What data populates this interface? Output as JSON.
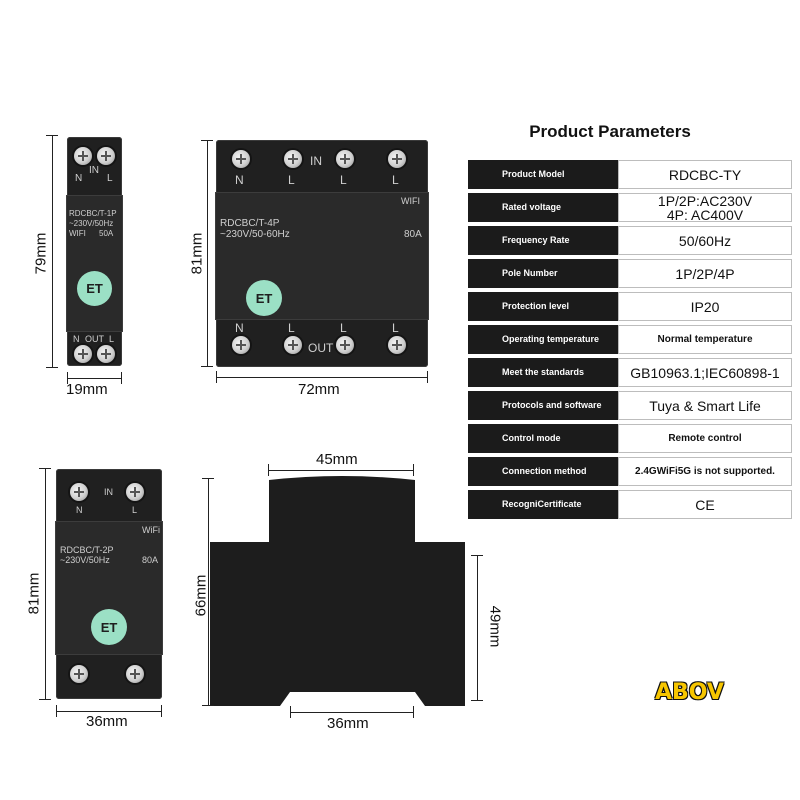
{
  "parameters": {
    "title": "Product Parameters",
    "rows": [
      {
        "key": "Product Model",
        "value": "RDCBC-TY"
      },
      {
        "key": "Rated voltage",
        "value": "1P/2P:AC230V\n4P: AC400V"
      },
      {
        "key": "Frequency Rate",
        "value": "50/60Hz"
      },
      {
        "key": "Pole Number",
        "value": "1P/2P/4P"
      },
      {
        "key": "Protection level",
        "value": "IP20"
      },
      {
        "key": "Operating temperature",
        "value": "Normal temperature"
      },
      {
        "key": "Meet the standards",
        "value": "GB10963.1;IEC60898-1"
      },
      {
        "key": "Protocols and software",
        "value": "Tuya & Smart Life"
      },
      {
        "key": "Control mode",
        "value": "Remote control"
      },
      {
        "key": "Connection method",
        "value": "2.4GWiFi5G is not supported."
      },
      {
        "key": "RecogniCertificate",
        "value": "CE"
      }
    ]
  },
  "dimensions": {
    "d1p_height": "79mm",
    "d1p_width": "19mm",
    "d4p_height": "81mm",
    "d4p_width": "72mm",
    "d2p_height": "81mm",
    "d2p_width": "36mm",
    "side_top": "45mm",
    "side_height": "66mm",
    "side_right": "49mm",
    "side_bottom": "36mm"
  },
  "device_1p": {
    "top_in": "IN",
    "top_left": "N",
    "top_right": "L",
    "model": "RDCBC/T-1P",
    "rating": "~230V/50Hz",
    "wifi": "WIFI",
    "amps": "50A",
    "bottom_out": "OUT",
    "bottom_left": "N",
    "bottom_right": "L",
    "logo": "ET"
  },
  "device_4p": {
    "top_in": "IN",
    "top_labels": [
      "N",
      "L",
      "L",
      "L"
    ],
    "wifi": "WIFI",
    "model": "RDCBC/T-4P",
    "rating": "~230V/50-60Hz",
    "amps": "80A",
    "bottom_labels": [
      "N",
      "L",
      "L",
      "L"
    ],
    "bottom_out": "OUT",
    "logo": "ET"
  },
  "device_2p": {
    "top_in": "IN",
    "top_left": "N",
    "top_right": "L",
    "wifi": "WiFi",
    "model": "RDCBC/T-2P",
    "rating": "~230V/50Hz",
    "amps": "80A",
    "logo": "ET"
  },
  "watermark": "ABOV"
}
